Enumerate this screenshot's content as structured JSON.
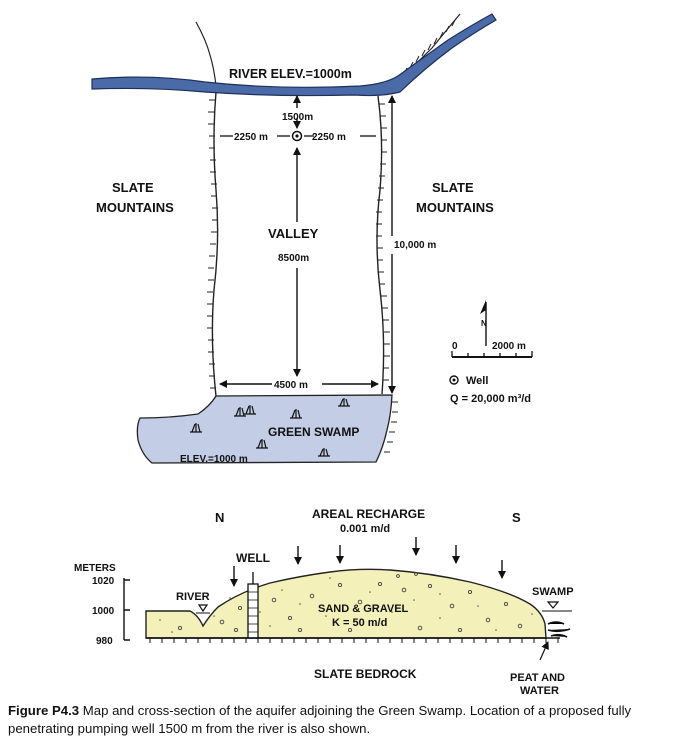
{
  "map": {
    "river_label": "RIVER ELEV.=1000m",
    "dist_river_to_well": "1500m",
    "half_width_left": "2250 m",
    "half_width_right": "2250 m",
    "left_mountains": [
      "SLATE",
      "MOUNTAINS"
    ],
    "right_mountains": [
      "SLATE",
      "MOUNTAINS"
    ],
    "valley_label": "VALLEY",
    "valley_length": "8500m",
    "total_length": "10,000 m",
    "bottom_width": "4500 m",
    "swamp_label": "GREEN SWAMP",
    "swamp_elev": "ELEV.=1000 m",
    "north_letter": "N",
    "scale_start": "0",
    "scale_end": "2000 m",
    "legend_well": "Well",
    "legend_q": "Q = 20,000 m³/d"
  },
  "section": {
    "north": "N",
    "south": "S",
    "recharge_title": "AREAL RECHARGE",
    "recharge_rate": "0.001 m/d",
    "well": "WELL",
    "meters": "METERS",
    "ticks": [
      "1020",
      "1000",
      "980"
    ],
    "river": "RIVER",
    "aquifer_name": "SAND & GRAVEL",
    "aquifer_k": "K = 50 m/d",
    "swamp": "SWAMP",
    "bedrock": "SLATE BEDROCK",
    "peat": [
      "PEAT AND",
      "WATER"
    ]
  },
  "caption": {
    "number": "Figure P4.3",
    "text": "Map and cross-section of the aquifer adjoining the Green Swamp. Location of a proposed fully penetrating pumping well 1500 m from the river is also shown."
  },
  "colors": {
    "river": "#4a6aa8",
    "swamp": "#c3cde6",
    "aquifer": "#f3f1b9"
  }
}
